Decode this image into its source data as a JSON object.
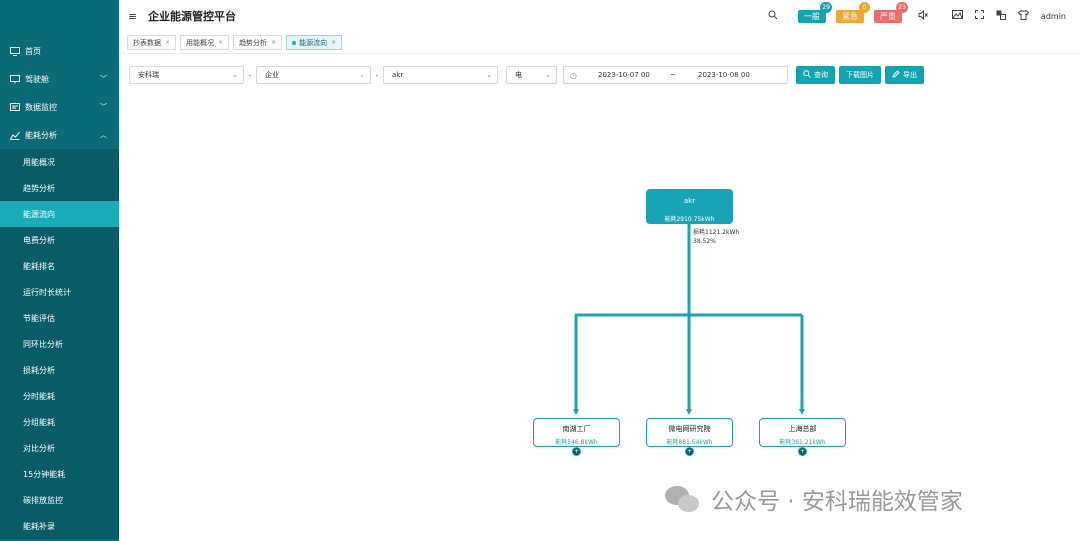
{
  "app": {
    "title": "企业能源管控平台"
  },
  "sidebar": {
    "items": [
      {
        "label": "首页",
        "icon": "monitor-icon"
      },
      {
        "label": "驾驶舱",
        "icon": "screen-icon",
        "chevron": "down"
      },
      {
        "label": "数据监控",
        "icon": "data-icon",
        "chevron": "down"
      },
      {
        "label": "能耗分析",
        "icon": "chart-icon",
        "chevron": "up"
      }
    ],
    "subitems": [
      "用能概况",
      "趋势分析",
      "能源流向",
      "电费分析",
      "能耗排名",
      "运行时长统计",
      "节能评估",
      "同环比分析",
      "损耗分析",
      "分时能耗",
      "分组能耗",
      "对比分析",
      "15分钟能耗",
      "碳排放监控",
      "能耗补录"
    ],
    "active_sub": "能源流向"
  },
  "header": {
    "alarms": [
      {
        "label": "一般",
        "count": "29",
        "color": "#14a3b0",
        "badge": "#14a3b0"
      },
      {
        "label": "紧急",
        "count": "0",
        "color": "#f0a733",
        "badge": "#f0a733"
      },
      {
        "label": "严重",
        "count": "23",
        "color": "#f06a6a",
        "badge": "#f06a6a"
      }
    ],
    "user": "admin"
  },
  "tabs": [
    {
      "label": "抄表数据",
      "active": false
    },
    {
      "label": "用能概况",
      "active": false
    },
    {
      "label": "趋势分析",
      "active": false
    },
    {
      "label": "能源流向",
      "active": true
    }
  ],
  "filters": {
    "company": "安科瑞",
    "level": "企业",
    "target": "akr",
    "energy": "电",
    "start": "2023-10-07 00",
    "range_sep": "~",
    "end": "2023-10-08 00",
    "buttons": {
      "query": "查询",
      "download": "下载图片",
      "export": "导出"
    }
  },
  "flow": {
    "root": {
      "name": "akr",
      "value": "能耗2910.75kWh"
    },
    "loss": {
      "value": "损耗1121.2kWh",
      "percent": "38.52%"
    },
    "children": [
      {
        "name": "南湖工厂",
        "value": "能耗546.8kWh"
      },
      {
        "name": "微电网研究院",
        "value": "能耗881.54kWh"
      },
      {
        "name": "上海总部",
        "value": "能耗361.21kWh"
      }
    ],
    "color": "#18a3b7"
  },
  "watermark": {
    "text": "公众号 · 安科瑞能效管家"
  }
}
